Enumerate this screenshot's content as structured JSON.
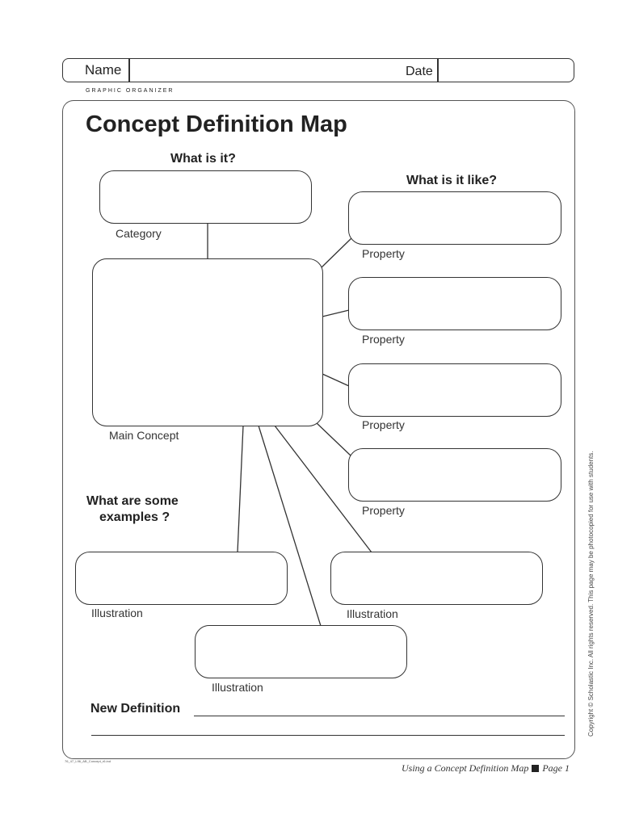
{
  "header": {
    "name_label": "Name",
    "date_label": "Date",
    "subtitle": "GRAPHIC ORGANIZER"
  },
  "title": "Concept Definition Map",
  "questions": {
    "what_is_it": "What is it?",
    "what_is_it_like": "What is it like?",
    "examples_line1": "What are some",
    "examples_line2": "examples ?"
  },
  "captions": {
    "category": "Category",
    "main_concept": "Main Concept",
    "property": "Property",
    "illustration": "Illustration"
  },
  "new_definition_label": "New Definition",
  "copyright": "Copyright © Scholastic Inc. All rights reserved. This page may be photocopied for use with students.",
  "footer": {
    "text": "Using a Concept Definition Map",
    "page": "Page 1"
  },
  "file_code": "76_47_L96_AB_Concept_r6.ind"
}
